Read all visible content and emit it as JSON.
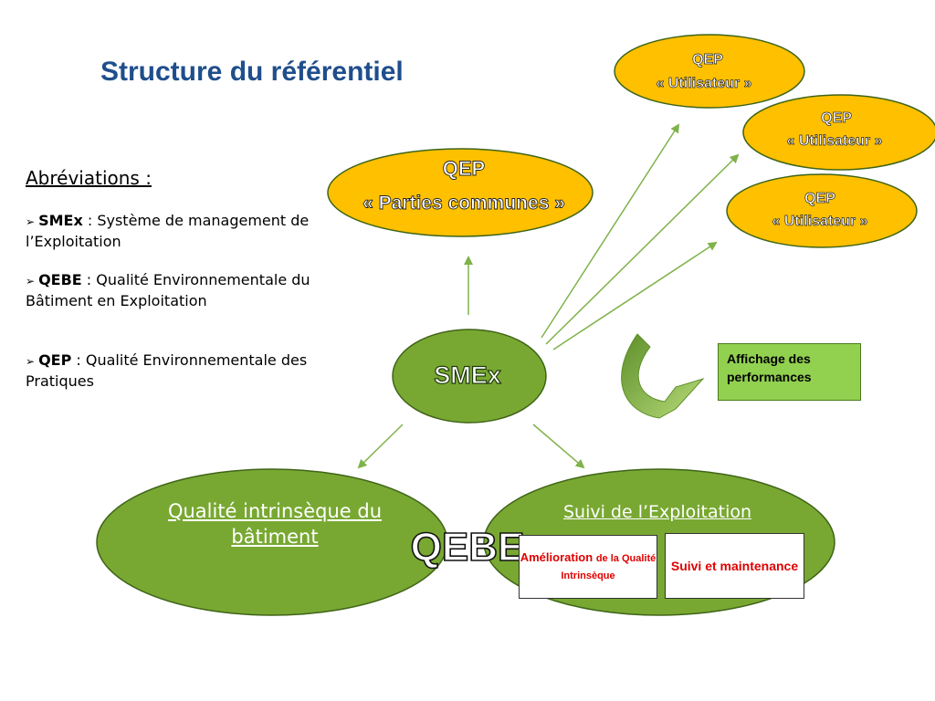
{
  "title": "Structure du référentiel",
  "abbreviations": {
    "heading": "Abréviations :",
    "items": [
      {
        "term": "SMEx",
        "definition": " : Système de management de l’Exploitation"
      },
      {
        "term": "QEBE",
        "definition": " : Qualité Environnementale du Bâtiment en Exploitation"
      },
      {
        "term": "QEP",
        "definition": " : Qualité Environnementale des Pratiques"
      }
    ]
  },
  "nodes": {
    "smex": "SMEx",
    "qep_common": {
      "line1": "QEP",
      "line2": "« Parties communes »"
    },
    "qep_users": [
      {
        "line1": "QEP",
        "line2": "« Utilisateur »"
      },
      {
        "line1": "QEP",
        "line2": "« Utilisateur »"
      },
      {
        "line1": "QEP",
        "line2": "« Utilisateur »"
      }
    ],
    "qualite": "Qualité intrinsèque du bâtiment",
    "suivi": "Suivi de l’Exploitation",
    "qebe": "QEBE",
    "amelioration": {
      "main": "Amélioration",
      "rest": "de la Qualité Intrinsèque"
    },
    "suivi_maintenance": "Suivi et maintenance",
    "affichage": "Affichage des performances"
  },
  "colors": {
    "title": "#1f4e8c",
    "qep_fill": "#ffc000",
    "green_fill": "#78a832",
    "arrow": "#7fb24a",
    "perf_box": "#92d050",
    "red_text": "#e00000"
  }
}
